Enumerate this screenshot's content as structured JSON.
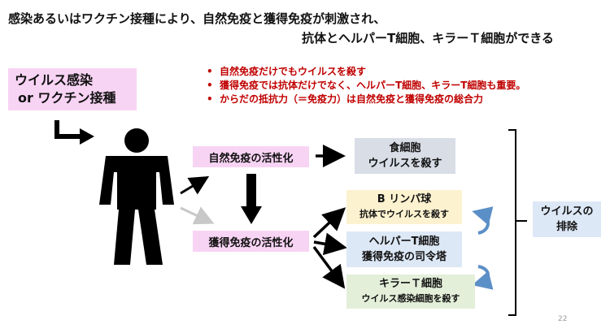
{
  "title": {
    "line1": "感染あるいはワクチン接種により、自然免疫と獲得免疫が刺激され、",
    "line2": "抗体とヘルパーT細胞、キラーＴ細胞ができる"
  },
  "trigger": {
    "line1": "ウイルス感染",
    "line2": "or ワクチン接種"
  },
  "bullets": [
    "自然免疫だけでもウイルスを殺す",
    "獲得免疫では抗体だけでなく、ヘルパーT細胞、キラーT細胞も重要。",
    "からだの抵抗力（＝免疫力）は自然免疫と獲得免疫の総合力"
  ],
  "innate": {
    "label": "自然免疫の活性化"
  },
  "acquired": {
    "label": "獲得免疫の活性化"
  },
  "phagocyte": {
    "line1": "食細胞",
    "line2": "ウイルスを殺す"
  },
  "bcell": {
    "line1": "B リンパ球",
    "line2": "抗体でウイルスを殺す"
  },
  "helper": {
    "line1": "ヘルパーT細胞",
    "line2": "獲得免疫の司令塔"
  },
  "killer": {
    "line1": "キラーＴ細胞",
    "line2": "ウイルス感染細胞を殺す"
  },
  "elimination": {
    "line1": "ウイルスの",
    "line2": "排除"
  },
  "page_number": "22",
  "colors": {
    "pink_box": "#f8d4f4",
    "gray_box": "#d8dde6",
    "yellow_box": "#fdf2d0",
    "blue_box": "#dde8f6",
    "green_box": "#e3efd9",
    "accent_red": "#c00000",
    "curved_arrow": "#5b8fc7"
  },
  "icons": [
    "person-silhouette-icon",
    "bent-arrow-icon",
    "curved-arrow-icon",
    "bracket-icon"
  ]
}
